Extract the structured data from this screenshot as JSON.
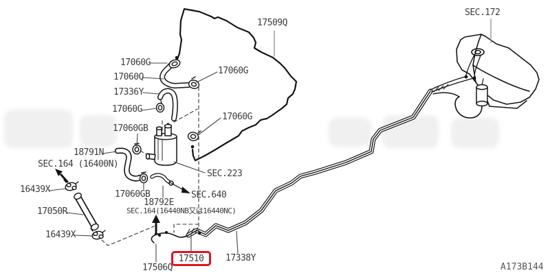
{
  "diagram_code": {
    "text": "A173B144"
  },
  "selected_part": {
    "text": "17510",
    "box_color": "#e01320"
  },
  "labels": {
    "l17509q": {
      "text": "17509Q"
    },
    "sec172": {
      "text": "SEC.172"
    },
    "l17060g_a": {
      "text": "17060G"
    },
    "l17060q": {
      "text": "17060Q"
    },
    "l17060g_b": {
      "text": "17060G"
    },
    "l17336y": {
      "text": "17336Y"
    },
    "l17060g_c": {
      "text": "17060G"
    },
    "l17060gb_a": {
      "text": "17060GB"
    },
    "l17060g_d": {
      "text": "17060G"
    },
    "l18791n": {
      "text": "18791N"
    },
    "sec164_16400n": {
      "text": "SEC.164 (16400N)"
    },
    "l16439x_a": {
      "text": "16439X"
    },
    "l17050r": {
      "text": "17050R"
    },
    "l16439x_b": {
      "text": "16439X"
    },
    "l17060gb_b": {
      "text": "17060GB"
    },
    "l18792e": {
      "text": "18792E"
    },
    "sec164_16440": {
      "text": "SEC.164(16440NB又は16440NC)"
    },
    "sec640": {
      "text": "SEC.640"
    },
    "sec223": {
      "text": "SEC.223"
    },
    "l17506q": {
      "text": "17506Q"
    },
    "l17338y": {
      "text": "17338Y"
    }
  },
  "line_art_color": "#141414",
  "leader_gray": "#9a9a9a"
}
